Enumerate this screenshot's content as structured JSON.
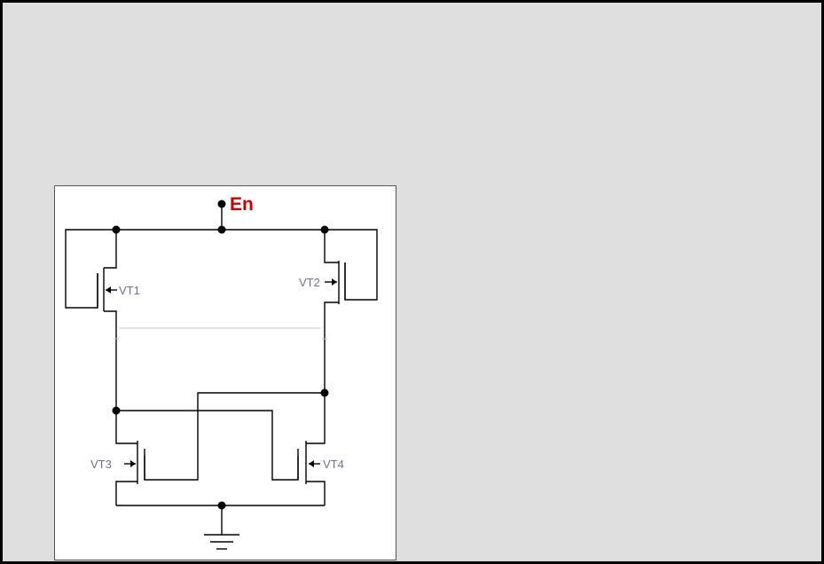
{
  "diagram": {
    "labels": {
      "enable": "En",
      "transistors": [
        "VT1",
        "VT2",
        "VT3",
        "VT4"
      ]
    },
    "colors": {
      "background": "#dedede",
      "wire": "#000000",
      "enable_label": "#c00000",
      "transistor_label": "#6e6e96"
    },
    "components": [
      {
        "name": "VT1",
        "type": "mosfet-with-arrow-gate",
        "icon": "transistor-icon"
      },
      {
        "name": "VT2",
        "type": "mosfet-with-arrow-gate",
        "icon": "transistor-icon"
      },
      {
        "name": "VT3",
        "type": "mosfet-with-arrow-gate",
        "icon": "transistor-icon"
      },
      {
        "name": "VT4",
        "type": "mosfet-with-arrow-gate",
        "icon": "transistor-icon"
      },
      {
        "name": "ground",
        "type": "ground-symbol",
        "icon": "ground-icon"
      }
    ]
  }
}
